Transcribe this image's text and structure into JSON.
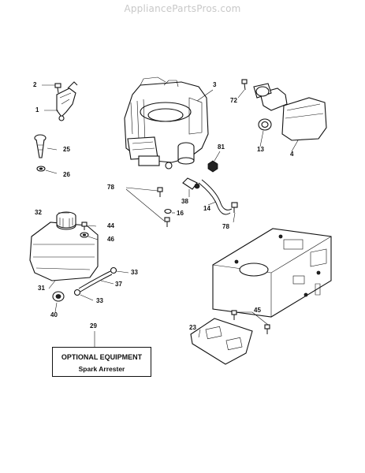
{
  "watermark": "AppliancePartsPros.com",
  "callouts": {
    "c2": "2",
    "c1": "1",
    "c25": "25",
    "c26": "26",
    "c3": "3",
    "c72": "72",
    "c13": "13",
    "c4": "4",
    "c81": "81",
    "c78a": "78",
    "c38": "38",
    "c16": "16",
    "c14": "14",
    "c78b": "78",
    "c32": "32",
    "c44": "44",
    "c46": "46",
    "c33a": "33",
    "c31": "31",
    "c37": "37",
    "c33b": "33",
    "c40": "40",
    "c29": "29",
    "c45": "45",
    "c23": "23"
  },
  "optional_box": {
    "title": "OPTIONAL EQUIPMENT",
    "subtitle": "Spark Arrester"
  }
}
